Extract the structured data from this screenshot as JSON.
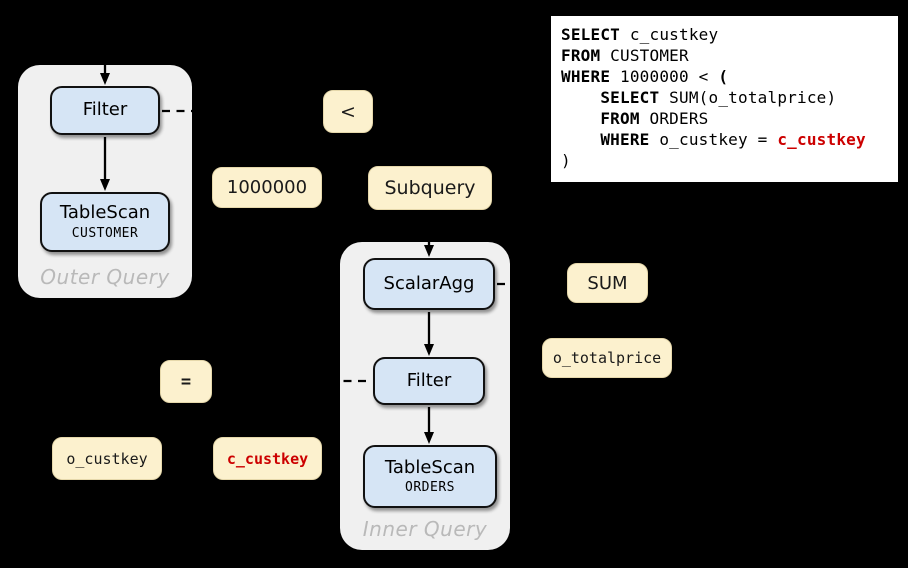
{
  "colors": {
    "background": "#000000",
    "container_fill": "#f0f0f0",
    "node_fill": "#d6e5f5",
    "node_border": "#111111",
    "expr_fill": "#fcf1ce",
    "highlight_red": "#cc0000",
    "muted_label": "#b9b9b9",
    "code_bg": "#ffffff"
  },
  "sql_panel": {
    "lines": [
      [
        {
          "t": "SELECT",
          "b": true
        },
        {
          "t": " c_custkey"
        }
      ],
      [
        {
          "t": "FROM",
          "b": true
        },
        {
          "t": " CUSTOMER"
        }
      ],
      [
        {
          "t": "WHERE",
          "b": true
        },
        {
          "t": " 1000000 < "
        },
        {
          "t": "(",
          "b": true
        }
      ],
      [
        {
          "t": "    "
        },
        {
          "t": "SELECT",
          "b": true
        },
        {
          "t": " SUM(o_totalprice)"
        }
      ],
      [
        {
          "t": "    "
        },
        {
          "t": "FROM",
          "b": true
        },
        {
          "t": " ORDERS"
        }
      ],
      [
        {
          "t": "    "
        },
        {
          "t": "WHERE",
          "b": true
        },
        {
          "t": " o_custkey = "
        },
        {
          "t": "c_custkey",
          "b": true,
          "r": true
        }
      ],
      [
        {
          "t": ")"
        }
      ]
    ]
  },
  "outer_query": {
    "label": "Outer Query",
    "filter": {
      "label": "Filter"
    },
    "tablescan": {
      "label": "TableScan",
      "table": "CUSTOMER"
    }
  },
  "inner_query": {
    "label": "Inner Query",
    "scalaragg": {
      "label": "ScalarAgg"
    },
    "filter": {
      "label": "Filter"
    },
    "tablescan": {
      "label": "TableScan",
      "table": "ORDERS"
    }
  },
  "expressions": {
    "less_than": "<",
    "constant": "1000000",
    "subquery": "Subquery",
    "sum": "SUM",
    "o_totalprice": "o_totalprice",
    "equals": "=",
    "o_custkey": "o_custkey",
    "c_custkey": "c_custkey"
  }
}
